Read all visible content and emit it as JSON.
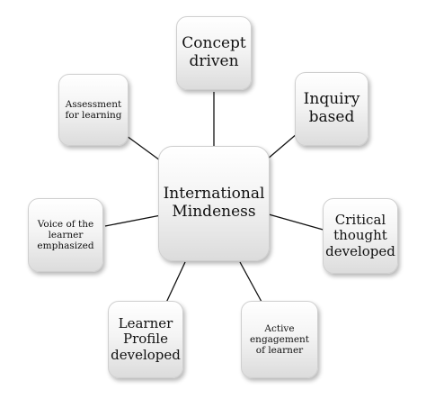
{
  "center": {
    "label": "International\nMindeness"
  },
  "nodes": {
    "concept": "Concept\ndriven",
    "inquiry": "Inquiry\nbased",
    "critical": "Critical\nthought\ndeveloped",
    "active": "Active\nengagement\nof learner",
    "profile": "Learner\nProfile\ndeveloped",
    "voice": "Voice of the\nlearner\nemphasized",
    "assessment": "Assessment\nfor learning"
  }
}
